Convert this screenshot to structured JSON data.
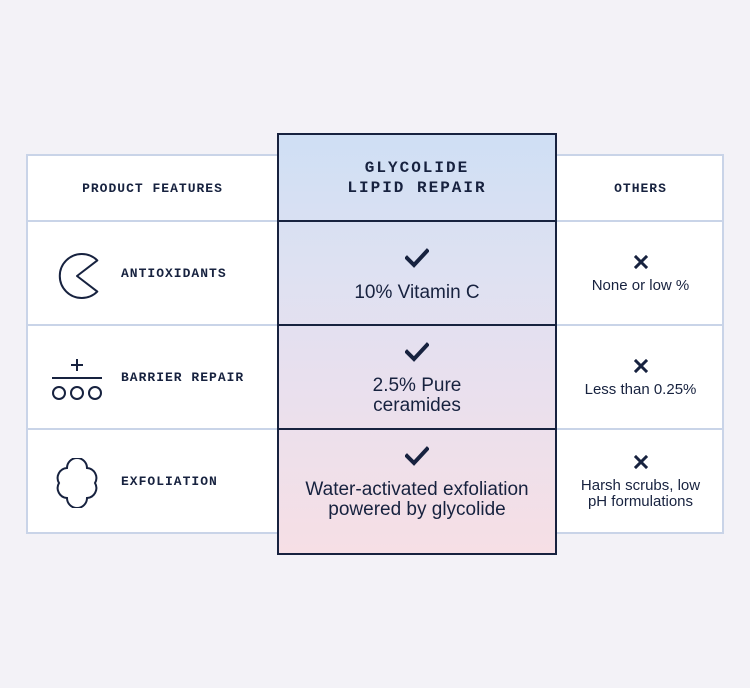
{
  "header": {
    "features_label": "PRODUCT FEATURES",
    "product_label_line1": "GLYCOLIDE",
    "product_label_line2": "LIPID REPAIR",
    "others_label": "OTHERS"
  },
  "rows": [
    {
      "icon": "pie-segment-icon",
      "feature": "ANTIOXIDANTS",
      "product_lines": [
        "10% Vitamin C"
      ],
      "others_lines": [
        "None or low %"
      ]
    },
    {
      "icon": "plus-circles-icon",
      "feature": "BARRIER REPAIR",
      "product_lines": [
        "2.5% Pure",
        "ceramides"
      ],
      "others_lines": [
        "Less than 0.25%"
      ]
    },
    {
      "icon": "cloud-icon",
      "feature": "EXFOLIATION",
      "product_lines": [
        "Water-activated exfoliation",
        "powered by glycolide"
      ],
      "others_lines": [
        "Harsh scrubs, low",
        "pH formulations"
      ]
    }
  ],
  "colors": {
    "ink": "#17223f",
    "border": "#c9d4e8",
    "background": "#f3f2f7",
    "highlight_top": "#cfdff4",
    "highlight_bottom": "#f6dfe5"
  }
}
